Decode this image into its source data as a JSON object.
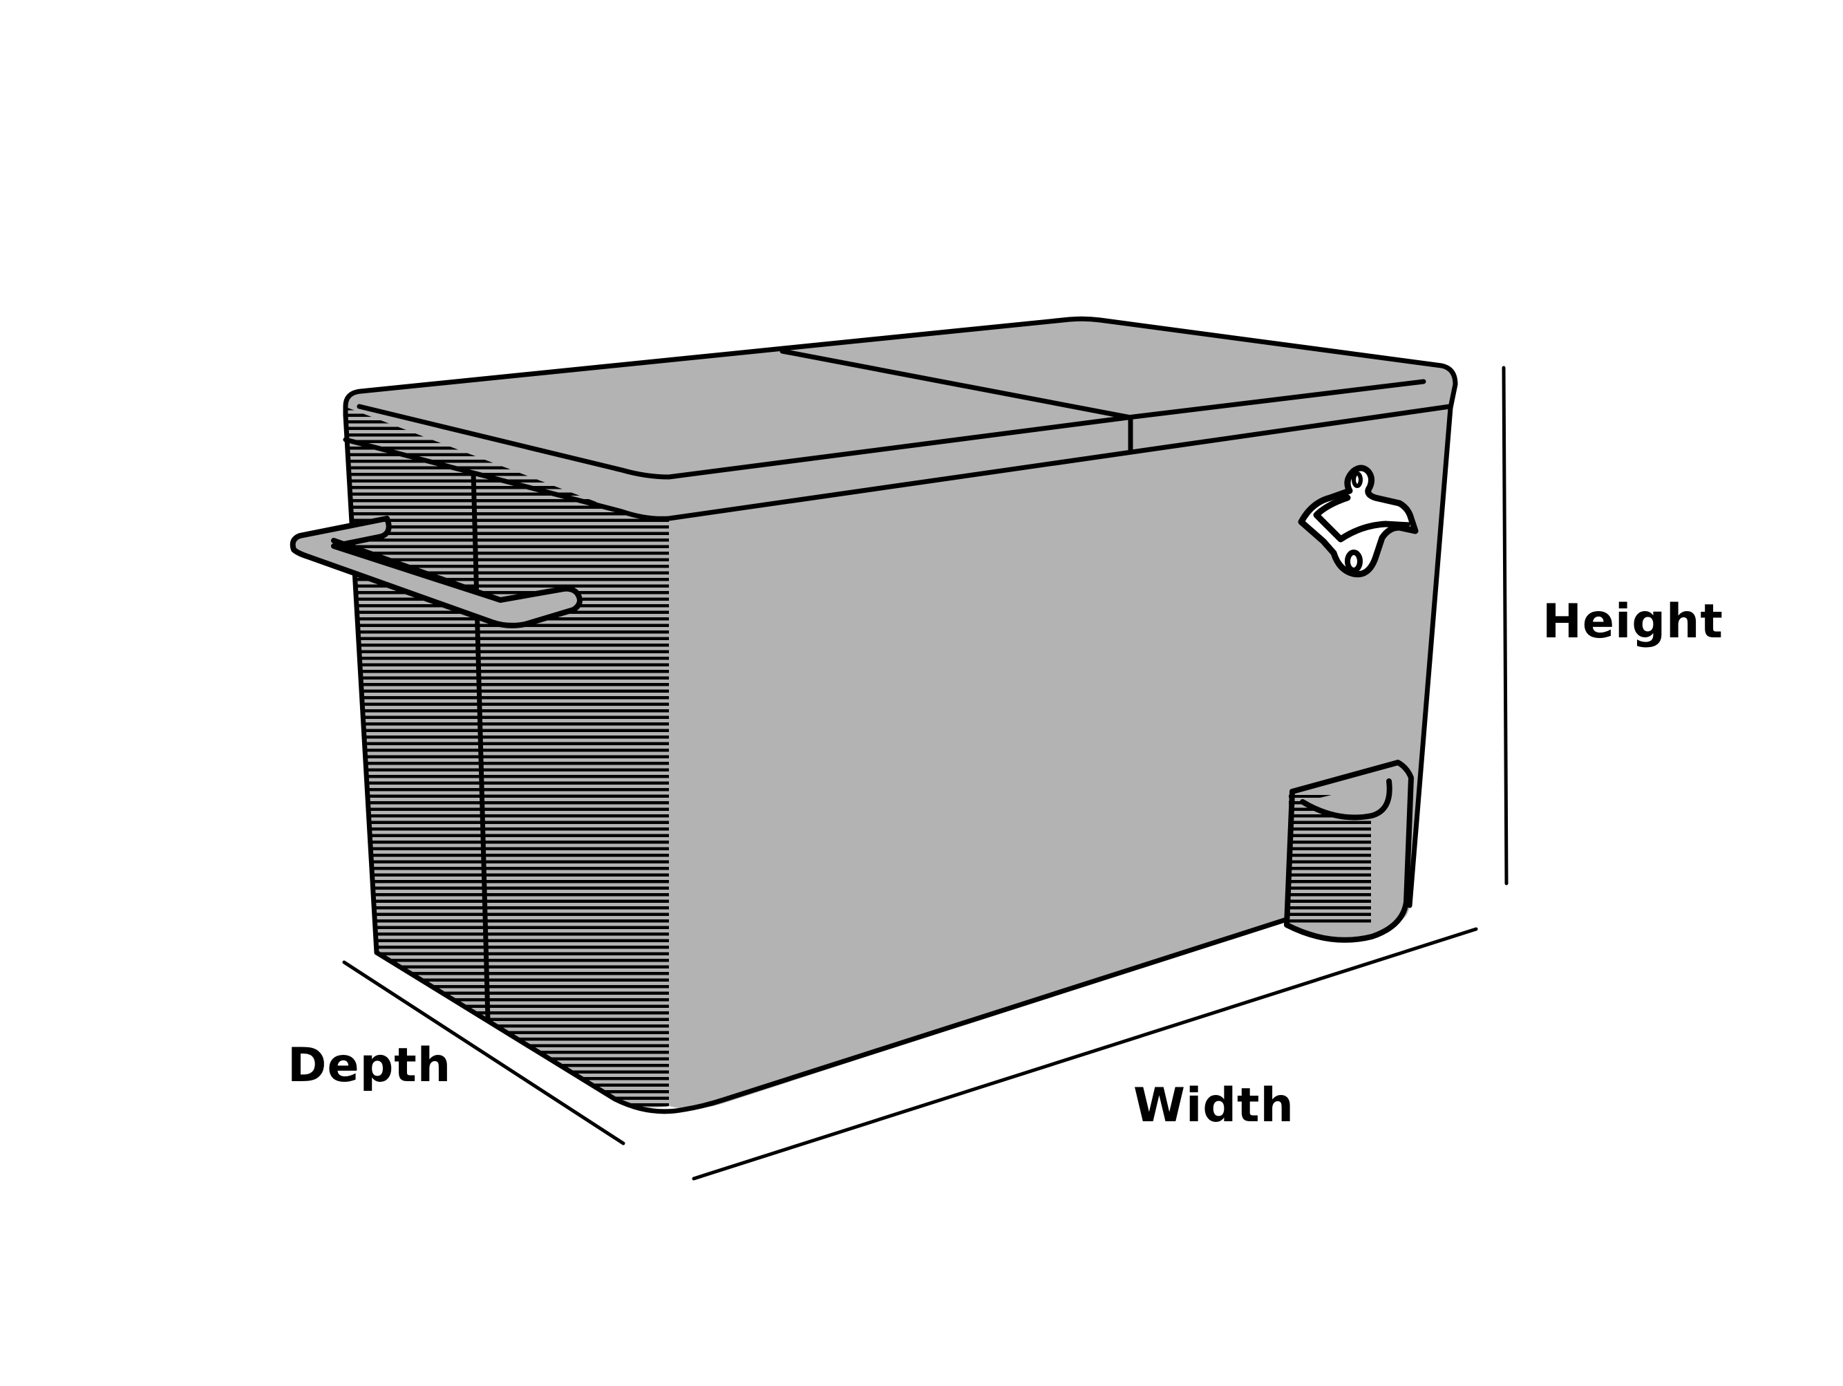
{
  "diagram": {
    "subject": "Rolling cooler with bottle opener, side handle and split lid",
    "dimension_labels": {
      "height": "Height",
      "width": "Width",
      "depth": "Depth"
    },
    "colors": {
      "background": "#ffffff",
      "body_fill": "#b3b3b3",
      "outline": "#000000",
      "hatch_line": "#000000",
      "accessory_fill": "#ffffff"
    },
    "parts": [
      "split-lid",
      "front-panel",
      "side-panel-hatched",
      "side-handle",
      "bottle-opener",
      "wheel-housing"
    ]
  }
}
